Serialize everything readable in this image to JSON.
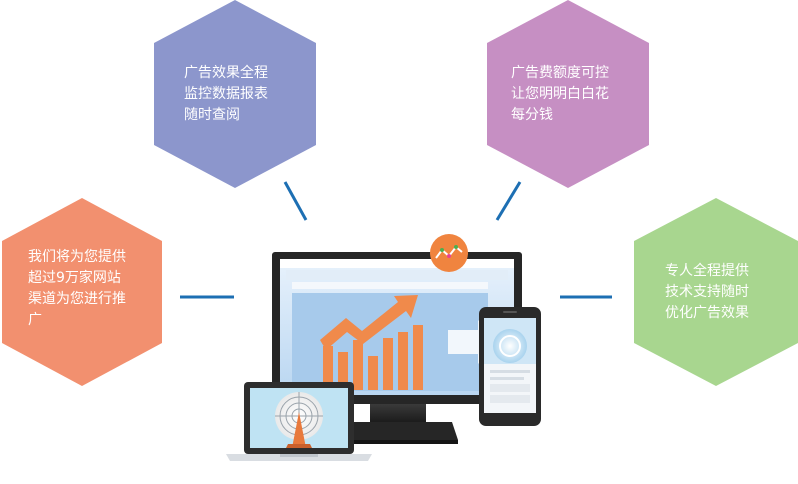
{
  "hexagons": {
    "left": {
      "text": "我们将为您提供\n超过9万家网站\n渠道为您进行推\n广",
      "color": "#f2906f"
    },
    "top_left": {
      "text": "广告效果全程\n监控数据报表\n随时查阅",
      "color": "#8c96cc"
    },
    "top_right": {
      "text": "广告费额度可控\n让您明明白白花\n每分钱",
      "color": "#c68fc3"
    },
    "right": {
      "text": "专人全程提供\n技术支持随时\n优化广告效果",
      "color": "#a8d68f"
    }
  },
  "colors": {
    "connector": "#1d6fb3",
    "monitor_frame": "#2b2b2b",
    "chart_bars": "#f08a4b",
    "screen": "#cfe3f7",
    "trend_badge": "#f0843f"
  },
  "icons": {
    "monitor": "desktop-monitor-icon",
    "phone": "smartphone-icon",
    "laptop": "laptop-icon",
    "trend": "trend-line-icon",
    "satellite": "satellite-dish-icon"
  }
}
